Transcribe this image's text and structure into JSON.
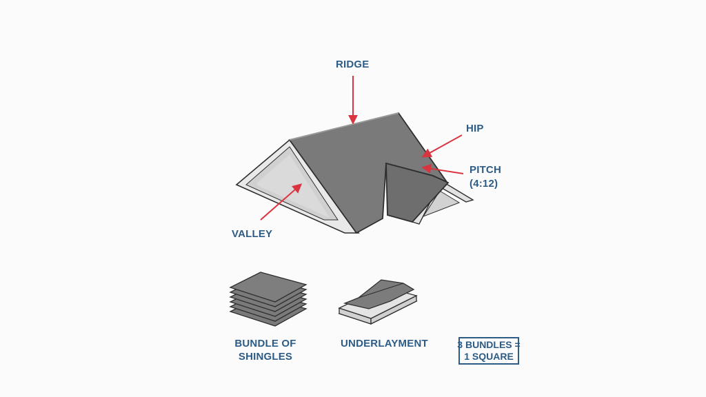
{
  "labels": {
    "ridge": "RIDGE",
    "hip": "HIP",
    "pitch_line1": "PITCH",
    "pitch_line2": "(4:12)",
    "valley": "VALLEY",
    "bundle_line1": "BUNDLE OF",
    "bundle_line2": "SHINGLES",
    "underlayment": "UNDERLAYMENT",
    "note_line1": "3 BUNDLES =",
    "note_line2": "1 SQUARE"
  },
  "colors": {
    "label_text": "#2c5b86",
    "arrow": "#d9343f",
    "roof_main": "#7a7a7a",
    "roof_dark": "#5e5e5e",
    "fascia": "#dcdcdc",
    "gable": "#cfcfcf",
    "outline": "#2e2e2e"
  }
}
